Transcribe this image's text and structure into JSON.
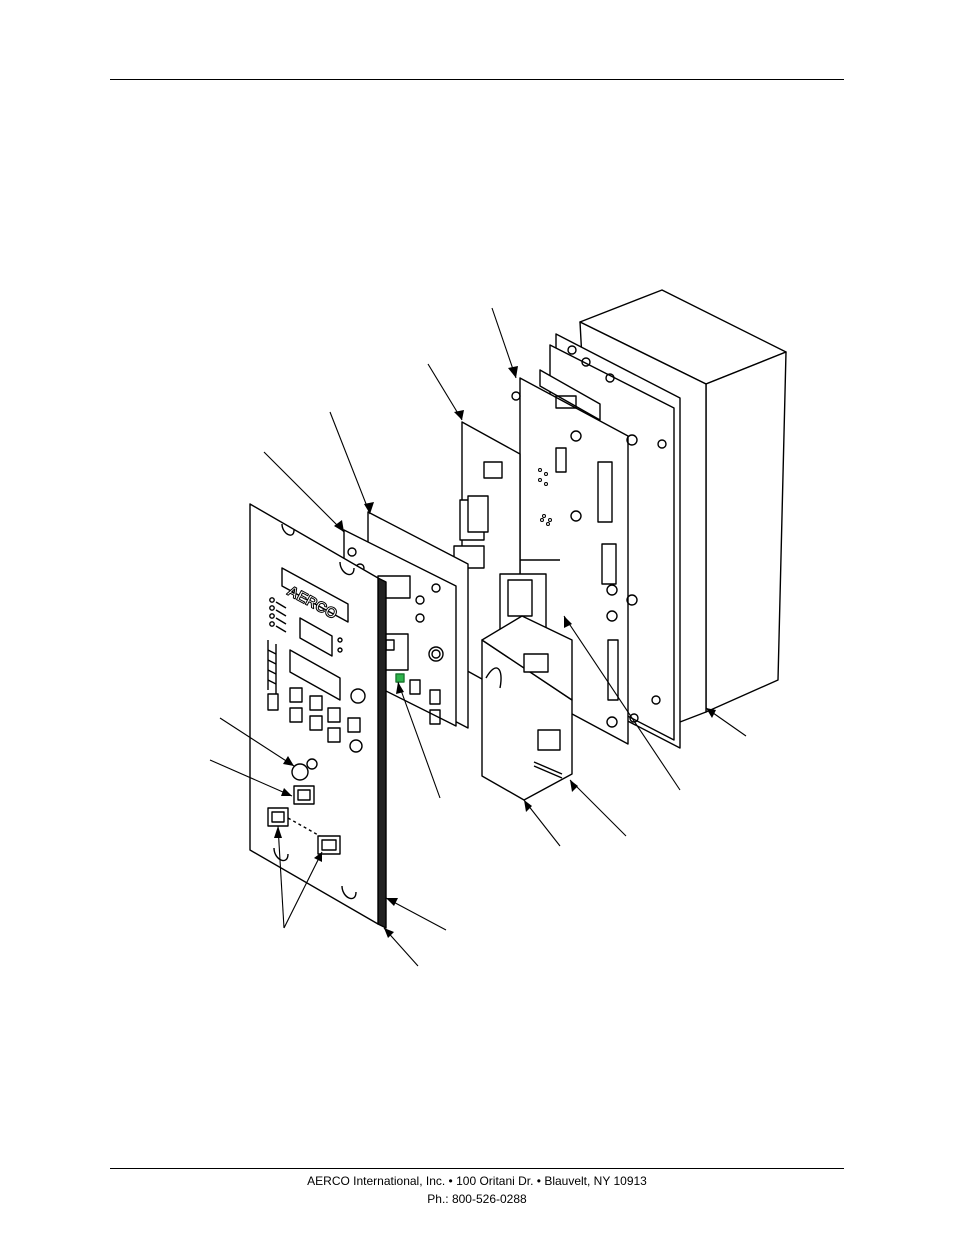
{
  "footer": {
    "line1": "AERCO International, Inc. • 100 Oritani Dr. •  Blauvelt, NY 10913",
    "line2": "Ph.: 800-526-0288"
  },
  "drawing": {
    "logo_text": "AERCO",
    "colors": {
      "line": "#000000",
      "fill": "#ffffff",
      "indicator": "#2db34a"
    }
  }
}
